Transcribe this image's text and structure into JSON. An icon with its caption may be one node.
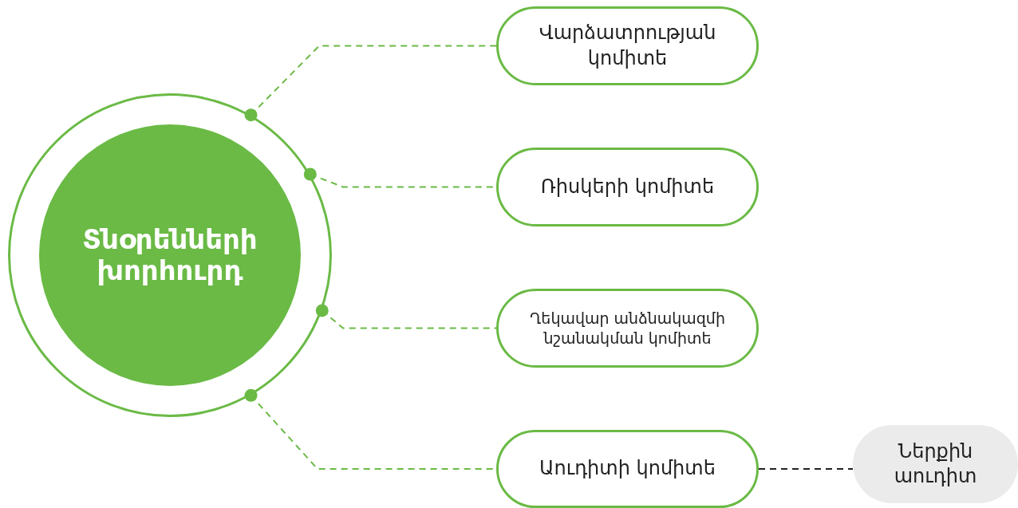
{
  "diagram": {
    "nodes": [
      {
        "text": [
          "Տնօրենների խորհուրդ"
        ]
      },
      {
        "text": [
          "Վարձատրության կոմիտե"
        ]
      },
      {
        "text": [
          "Ռիսկերի կոմիտե"
        ]
      },
      {
        "text": [
          "Ղեկավար անձնակազմի նշանակման կոմիտե"
        ]
      },
      {
        "text": [
          "Աուդիտի կոմիտե"
        ]
      },
      {
        "text": [
          "Ներքին աուդիտ"
        ]
      }
    ],
    "edges": [
      {
        "from": 0,
        "to": 1,
        "arrow": "other",
        "style": "dashed"
      },
      {
        "from": 0,
        "to": 2,
        "arrow": "other",
        "style": "dashed"
      },
      {
        "from": 0,
        "to": 3,
        "arrow": "other",
        "style": "dashed"
      },
      {
        "from": 0,
        "to": 4,
        "arrow": "other",
        "style": "dashed"
      },
      {
        "from": 4,
        "to": 5,
        "arrow": "none",
        "style": "dashed",
        "color": "#222222"
      }
    ]
  }
}
